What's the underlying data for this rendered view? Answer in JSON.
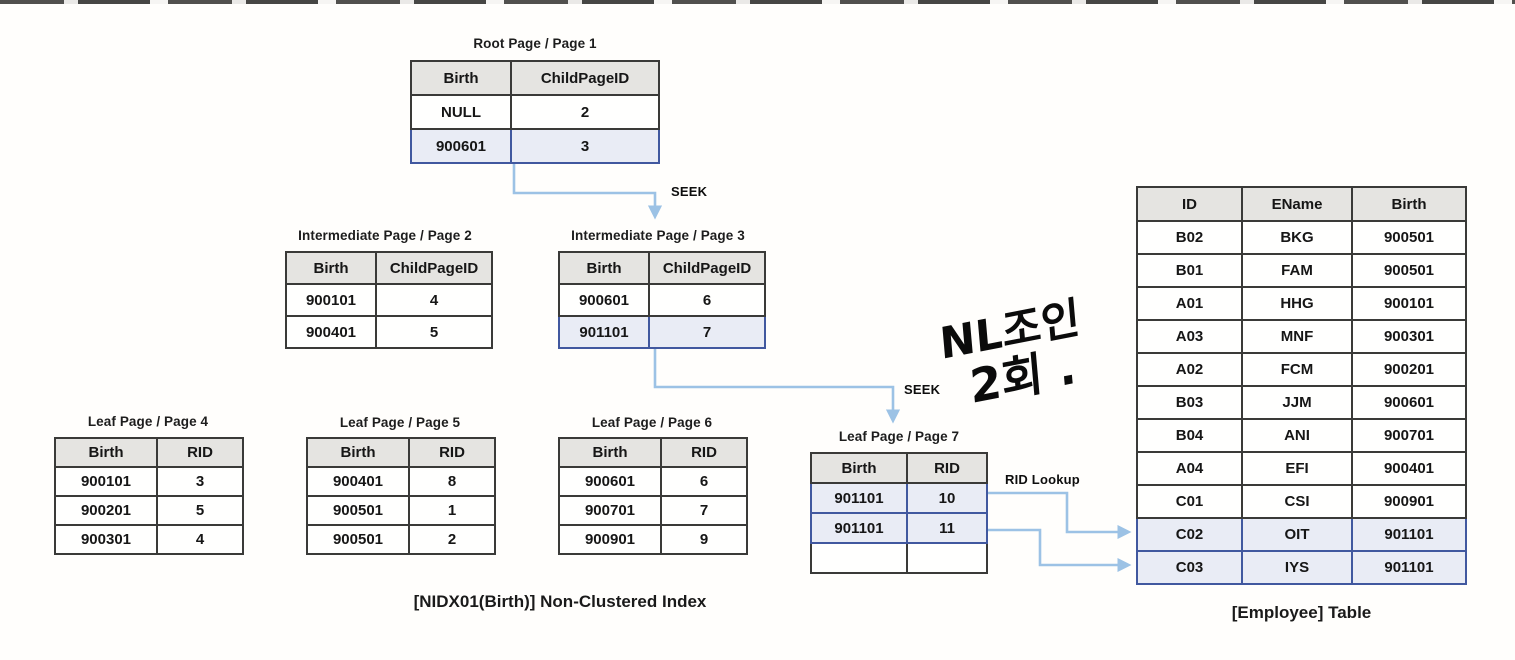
{
  "colors": {
    "arrow": "#9cc2e5",
    "header_bg": "#e5e4e1",
    "highlight_bg": "#e9ecf5",
    "highlight_border": "#41589f",
    "table_border": "#3a3a38",
    "ink": "#161616"
  },
  "index": {
    "caption": "[NIDX01(Birth)] Non-Clustered Index",
    "root_page": {
      "title": "Root Page / Page 1",
      "columns": [
        "Birth",
        "ChildPageID"
      ],
      "rows": [
        {
          "cells": [
            "NULL",
            "2"
          ],
          "highlight": false
        },
        {
          "cells": [
            "900601",
            "3"
          ],
          "highlight": true
        }
      ]
    },
    "intermediate_page_2": {
      "title": "Intermediate Page / Page 2",
      "columns": [
        "Birth",
        "ChildPageID"
      ],
      "rows": [
        {
          "cells": [
            "900101",
            "4"
          ],
          "highlight": false
        },
        {
          "cells": [
            "900401",
            "5"
          ],
          "highlight": false
        }
      ]
    },
    "intermediate_page_3": {
      "title": "Intermediate Page / Page 3",
      "columns": [
        "Birth",
        "ChildPageID"
      ],
      "rows": [
        {
          "cells": [
            "900601",
            "6"
          ],
          "highlight": false
        },
        {
          "cells": [
            "901101",
            "7"
          ],
          "highlight": true
        }
      ]
    },
    "leaf_page_4": {
      "title": "Leaf Page / Page 4",
      "columns": [
        "Birth",
        "RID"
      ],
      "rows": [
        {
          "cells": [
            "900101",
            "3"
          ],
          "highlight": false
        },
        {
          "cells": [
            "900201",
            "5"
          ],
          "highlight": false
        },
        {
          "cells": [
            "900301",
            "4"
          ],
          "highlight": false
        }
      ]
    },
    "leaf_page_5": {
      "title": "Leaf Page / Page 5",
      "columns": [
        "Birth",
        "RID"
      ],
      "rows": [
        {
          "cells": [
            "900401",
            "8"
          ],
          "highlight": false
        },
        {
          "cells": [
            "900501",
            "1"
          ],
          "highlight": false
        },
        {
          "cells": [
            "900501",
            "2"
          ],
          "highlight": false
        }
      ]
    },
    "leaf_page_6": {
      "title": "Leaf Page / Page 6",
      "columns": [
        "Birth",
        "RID"
      ],
      "rows": [
        {
          "cells": [
            "900601",
            "6"
          ],
          "highlight": false
        },
        {
          "cells": [
            "900701",
            "7"
          ],
          "highlight": false
        },
        {
          "cells": [
            "900901",
            "9"
          ],
          "highlight": false
        }
      ]
    },
    "leaf_page_7": {
      "title": "Leaf Page / Page 7",
      "columns": [
        "Birth",
        "RID"
      ],
      "rows": [
        {
          "cells": [
            "901101",
            "10"
          ],
          "highlight": true
        },
        {
          "cells": [
            "901101",
            "11"
          ],
          "highlight": true
        },
        {
          "cells": [
            "",
            ""
          ],
          "highlight": false
        }
      ]
    }
  },
  "employee": {
    "caption": "[Employee] Table",
    "table": {
      "columns": [
        "ID",
        "EName",
        "Birth"
      ],
      "rows": [
        {
          "cells": [
            "B02",
            "BKG",
            "900501"
          ],
          "highlight": false
        },
        {
          "cells": [
            "B01",
            "FAM",
            "900501"
          ],
          "highlight": false
        },
        {
          "cells": [
            "A01",
            "HHG",
            "900101"
          ],
          "highlight": false
        },
        {
          "cells": [
            "A03",
            "MNF",
            "900301"
          ],
          "highlight": false
        },
        {
          "cells": [
            "A02",
            "FCM",
            "900201"
          ],
          "highlight": false
        },
        {
          "cells": [
            "B03",
            "JJM",
            "900601"
          ],
          "highlight": false
        },
        {
          "cells": [
            "B04",
            "ANI",
            "900701"
          ],
          "highlight": false
        },
        {
          "cells": [
            "A04",
            "EFI",
            "900401"
          ],
          "highlight": false
        },
        {
          "cells": [
            "C01",
            "CSI",
            "900901"
          ],
          "highlight": false
        },
        {
          "cells": [
            "C02",
            "OIT",
            "901101"
          ],
          "highlight": true
        },
        {
          "cells": [
            "C03",
            "IYS",
            "901101"
          ],
          "highlight": true
        }
      ]
    }
  },
  "labels": {
    "seek_root": "SEEK",
    "seek_intermediate": "SEEK",
    "rid_lookup": "RID Lookup"
  },
  "handwriting": {
    "line1": "NL조인",
    "line2": "2회 ."
  }
}
